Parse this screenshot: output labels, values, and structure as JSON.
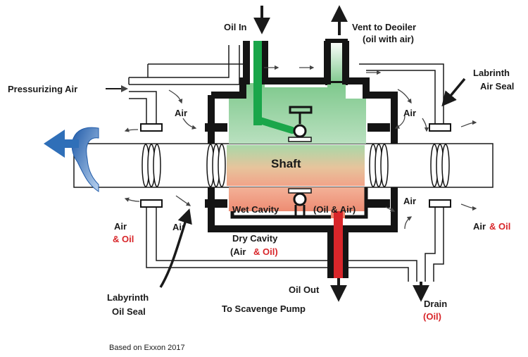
{
  "labels": {
    "oil_in": "Oil In",
    "vent": "Vent to Deoiler",
    "vent_sub": "(oil with air)",
    "pressurizing_air": "Pressurizing Air",
    "labrinth_air_seal_1": "Labrinth",
    "labrinth_air_seal_2": "Air Seal",
    "air": "Air",
    "and_oil": "& Oil",
    "shaft": "Shaft",
    "wet_cavity": "Wet Cavity",
    "oil_and_air": "(Oil & Air)",
    "dry_cavity": "Dry Cavity",
    "dry_cavity_sub_a": "(Air",
    "dry_cavity_sub_b": "& Oil)",
    "labyrinth_oil_seal_1": "Labyrinth",
    "labyrinth_oil_seal_2": "Oil Seal",
    "oil_out": "Oil Out",
    "to_scavenge_pump": "To Scavenge Pump",
    "drain": "Drain",
    "drain_oil": "(Oil)",
    "credit": "Based on Exxon 2017"
  },
  "colors": {
    "housing": "#141414",
    "oil_in_green": "#1aa64a",
    "air_green": "#aad9b2",
    "wet_red": "#ef9278",
    "oil_out_red": "#d8262a",
    "rotation_arrow": "#2f6fb8",
    "accent_text": "#d8262a"
  }
}
